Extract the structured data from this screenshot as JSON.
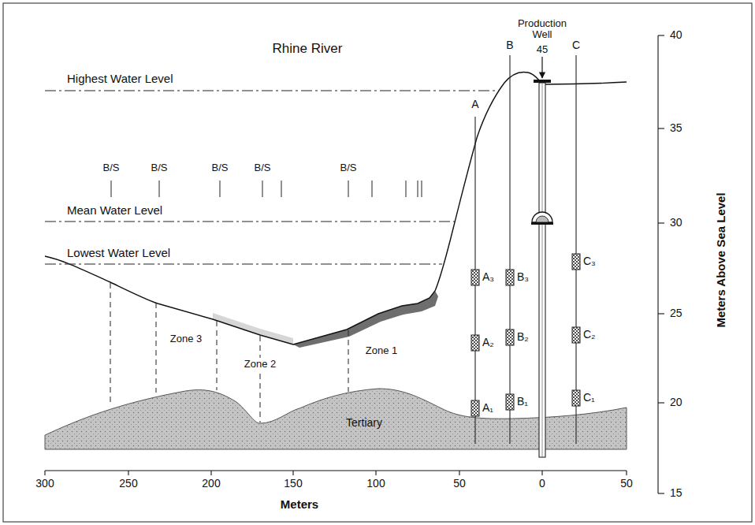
{
  "diagram": {
    "title": "Rhine River",
    "labels": [
      "Highest Water Level",
      "B/S",
      "B/S",
      "B/S",
      "B/S",
      "B/S",
      "Mean Water Level",
      "Lowest Water Level",
      "Zone 3",
      "Zone 2",
      "Zone 1",
      "Tertiary",
      "A",
      "B",
      "Production Well",
      "45",
      "C",
      "A₃",
      "B₃",
      "C₃",
      "A₂",
      "B₂",
      "C₂",
      "A₁",
      "B₁",
      "C₁",
      "300",
      "250",
      "200",
      "150",
      "100",
      "50",
      "0",
      "50",
      "Meters",
      "40",
      "35",
      "30",
      "25",
      "20",
      "15",
      "Meters Above Sea Level"
    ]
  }
}
